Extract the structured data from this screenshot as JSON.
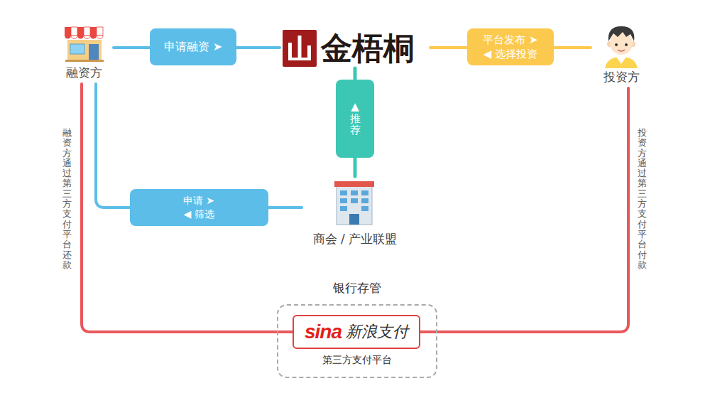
{
  "diagram": {
    "nodes": [
      {
        "text": [
          "融资方"
        ]
      },
      {
        "text": [
          "金梧桐"
        ]
      },
      {
        "text": [
          "投资方"
        ]
      },
      {
        "text": [
          "商会 / 产业联盟"
        ]
      },
      {
        "text": [
          "银行存管",
          "第三方支付平台"
        ]
      },
      {
        "text": [
          "sina",
          "新浪支付"
        ],
        "in": 4
      }
    ],
    "edges": [
      {
        "from": 0,
        "to": 1,
        "arrow": "none",
        "label": "申请融资 ➤"
      },
      {
        "from": 1,
        "to": 2,
        "arrow": "none",
        "label": "平台发布 ➤ ◀ 选择投资"
      },
      {
        "from": 0,
        "to": 3,
        "arrow": "none",
        "label": "申请 ➤ ◀ 筛选"
      },
      {
        "from": 3,
        "to": 1,
        "arrow": "none",
        "label": "▲ 推荐"
      },
      {
        "from": 0,
        "to": 5,
        "arrow": "none",
        "label": "融资方通过第三方支付平台还款"
      },
      {
        "from": 2,
        "to": 5,
        "arrow": "none",
        "label": "投资方通过第三方支付平台付款"
      }
    ]
  }
}
